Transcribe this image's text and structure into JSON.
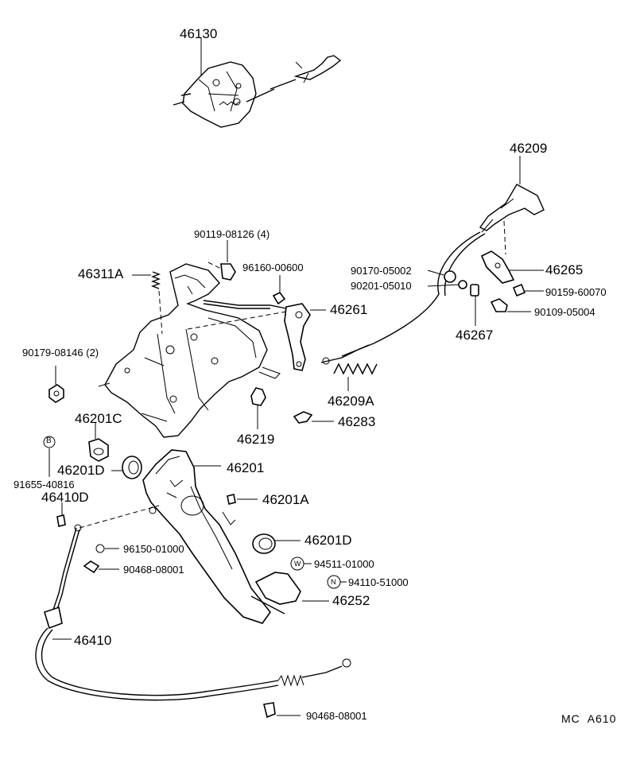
{
  "labels": {
    "p46130": "46130",
    "p46209": "46209",
    "p90119": "90119-08126 (4)",
    "p46311A": "46311A",
    "p96160": "96160-00600",
    "p90170": "90170-05002",
    "p90201": "90201-05010",
    "p46265": "46265",
    "p90159": "90159-60070",
    "p90109": "90109-05004",
    "p46261": "46261",
    "p46267": "46267",
    "p90179": "90179-08146 (2)",
    "p46209A": "46209A",
    "p46201C": "46201C",
    "p46219": "46219",
    "p46283": "46283",
    "pB": "B",
    "p46201Dtop": "46201D",
    "p46201": "46201",
    "p91655": "91655-40816",
    "p46410D": "46410D",
    "p46201A": "46201A",
    "p46201Dmid": "46201D",
    "p96150": "96150-01000",
    "p94511": "94511-01000",
    "pW": "W",
    "p90468a": "90468-08001",
    "pN": "N",
    "p94110": "94110-51000",
    "p46252": "46252",
    "p46410": "46410",
    "p90468b": "90468-08001",
    "code": "MC  A610"
  }
}
